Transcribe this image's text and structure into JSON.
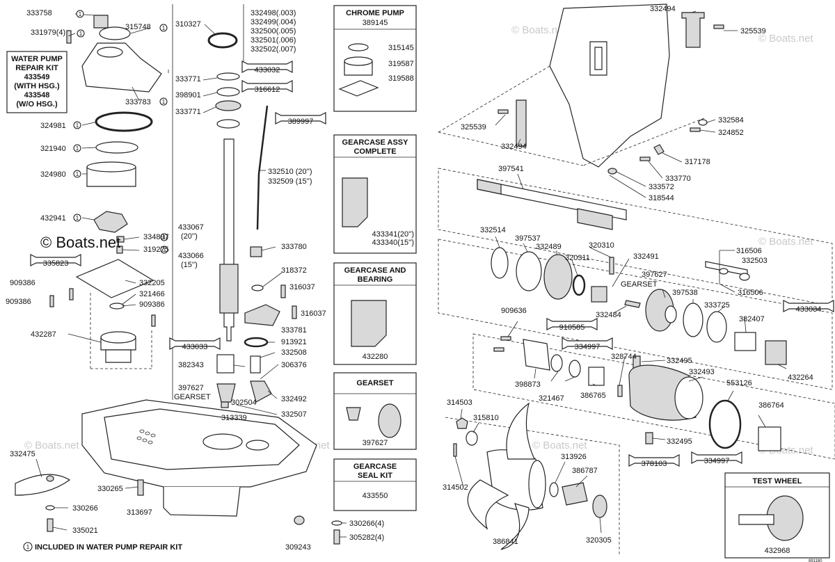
{
  "watermarks": {
    "main": "© Boats.net",
    "faint": "© Boats.net"
  },
  "footnote": {
    "marker": "1",
    "text": "INCLUDED IN WATER PUMP REPAIR KIT"
  },
  "image_code": "891180",
  "boxes": {
    "water_pump_kit": {
      "title1": "WATER PUMP",
      "title2": "REPAIR KIT",
      "with_num": "433549",
      "with_txt": "(WITH HSG.)",
      "wo_num": "433548",
      "wo_txt": "(W/O HSG.)"
    },
    "chrome_pump": {
      "title": "CHROME PUMP",
      "number": "389145"
    },
    "gearcase_assy": {
      "title1": "GEARCASE ASSY",
      "title2": "COMPLETE",
      "num1": "433341(20'')",
      "num2": "433340(15'')"
    },
    "gearcase_bearing": {
      "title1": "GEARCASE AND",
      "title2": "BEARING",
      "number": "432280"
    },
    "gearset": {
      "title": "GEARSET",
      "number": "397627"
    },
    "seal_kit": {
      "title1": "GEARCASE",
      "title2": "SEAL KIT",
      "number": "433550"
    },
    "test_wheel": {
      "title": "TEST WHEEL",
      "number": "432968"
    }
  },
  "tools": [
    "433032",
    "316612",
    "389997",
    "335823",
    "433033",
    "910585",
    "334997",
    "433034",
    "378103",
    "334997"
  ],
  "labels": [
    {
      "id": "l1",
      "text": "333758"
    },
    {
      "id": "l2",
      "text": "331979(4)"
    },
    {
      "id": "l3",
      "text": "315748"
    },
    {
      "id": "l4",
      "text": "333783"
    },
    {
      "id": "l5",
      "text": "324981"
    },
    {
      "id": "l6",
      "text": "321940"
    },
    {
      "id": "l7",
      "text": "324980"
    },
    {
      "id": "l8",
      "text": "432941"
    },
    {
      "id": "l9",
      "text": "334897"
    },
    {
      "id": "l10",
      "text": "319275"
    },
    {
      "id": "l11",
      "text": "909386"
    },
    {
      "id": "l12",
      "text": "909386"
    },
    {
      "id": "l13",
      "text": "332205"
    },
    {
      "id": "l14",
      "text": "321466"
    },
    {
      "id": "l15",
      "text": "909386"
    },
    {
      "id": "l16",
      "text": "432287"
    },
    {
      "id": "l17",
      "text": "310327"
    },
    {
      "id": "l18",
      "text": "332498(.003)"
    },
    {
      "id": "l19",
      "text": "332499(.004)"
    },
    {
      "id": "l20",
      "text": "332500(.005)"
    },
    {
      "id": "l21",
      "text": "332501(.006)"
    },
    {
      "id": "l22",
      "text": "332502(.007)"
    },
    {
      "id": "l23",
      "text": "333771"
    },
    {
      "id": "l24",
      "text": "398901"
    },
    {
      "id": "l25",
      "text": "333771"
    },
    {
      "id": "l26",
      "text": "332510 (20'')"
    },
    {
      "id": "l27",
      "text": "332509 (15'')"
    },
    {
      "id": "l28",
      "text": "433067"
    },
    {
      "id": "l29",
      "text": "(20'')"
    },
    {
      "id": "l30",
      "text": "433066"
    },
    {
      "id": "l31",
      "text": "(15'')"
    },
    {
      "id": "l32",
      "text": "333780"
    },
    {
      "id": "l33",
      "text": "318372"
    },
    {
      "id": "l34",
      "text": "316037"
    },
    {
      "id": "l35",
      "text": "316037"
    },
    {
      "id": "l36",
      "text": "333781"
    },
    {
      "id": "l37",
      "text": "913921"
    },
    {
      "id": "l38",
      "text": "332508"
    },
    {
      "id": "l39",
      "text": "382343"
    },
    {
      "id": "l40",
      "text": "306376"
    },
    {
      "id": "l41",
      "text": "397627"
    },
    {
      "id": "l42",
      "text": "GEARSET"
    },
    {
      "id": "l43",
      "text": "302504"
    },
    {
      "id": "l44",
      "text": "332492"
    },
    {
      "id": "l45",
      "text": "313339"
    },
    {
      "id": "l46",
      "text": "332507"
    },
    {
      "id": "l47",
      "text": "315145"
    },
    {
      "id": "l48",
      "text": "319587"
    },
    {
      "id": "l49",
      "text": "319588"
    },
    {
      "id": "l50",
      "text": "332475"
    },
    {
      "id": "l51",
      "text": "330265"
    },
    {
      "id": "l52",
      "text": "313697"
    },
    {
      "id": "l53",
      "text": "330266"
    },
    {
      "id": "l54",
      "text": "335021"
    },
    {
      "id": "l55",
      "text": "309243"
    },
    {
      "id": "l56",
      "text": "330266(4)"
    },
    {
      "id": "l57",
      "text": "305282(4)"
    },
    {
      "id": "l58",
      "text": "332494"
    },
    {
      "id": "l59",
      "text": "325539"
    },
    {
      "id": "l60",
      "text": "325539"
    },
    {
      "id": "l61",
      "text": "332494"
    },
    {
      "id": "l62",
      "text": "332584"
    },
    {
      "id": "l63",
      "text": "324852"
    },
    {
      "id": "l64",
      "text": "317178"
    },
    {
      "id": "l65",
      "text": "333770"
    },
    {
      "id": "l66",
      "text": "333572"
    },
    {
      "id": "l67",
      "text": "318544"
    },
    {
      "id": "l68",
      "text": "397541"
    },
    {
      "id": "l69",
      "text": "332514"
    },
    {
      "id": "l70",
      "text": "397537"
    },
    {
      "id": "l71",
      "text": "332489"
    },
    {
      "id": "l72",
      "text": "320310"
    },
    {
      "id": "l73",
      "text": "320311"
    },
    {
      "id": "l74",
      "text": "332491"
    },
    {
      "id": "l75",
      "text": "316506"
    },
    {
      "id": "l76",
      "text": "332503"
    },
    {
      "id": "l77",
      "text": "316506"
    },
    {
      "id": "l78",
      "text": "397627"
    },
    {
      "id": "l79",
      "text": "GEARSET"
    },
    {
      "id": "l80",
      "text": "397538"
    },
    {
      "id": "l81",
      "text": "333725"
    },
    {
      "id": "l82",
      "text": "332484"
    },
    {
      "id": "l83",
      "text": "382407"
    },
    {
      "id": "l84",
      "text": "909636"
    },
    {
      "id": "l85",
      "text": "328744"
    },
    {
      "id": "l86",
      "text": "332495"
    },
    {
      "id": "l87",
      "text": "332493"
    },
    {
      "id": "l88",
      "text": "553126"
    },
    {
      "id": "l89",
      "text": "398873"
    },
    {
      "id": "l90",
      "text": "321467"
    },
    {
      "id": "l91",
      "text": "386765"
    },
    {
      "id": "l92",
      "text": "432264"
    },
    {
      "id": "l93",
      "text": "386764"
    },
    {
      "id": "l94",
      "text": "332495"
    },
    {
      "id": "l95",
      "text": "314503"
    },
    {
      "id": "l96",
      "text": "315810"
    },
    {
      "id": "l97",
      "text": "313926"
    },
    {
      "id": "l98",
      "text": "386787"
    },
    {
      "id": "l99",
      "text": "314502"
    },
    {
      "id": "l100",
      "text": "386841"
    },
    {
      "id": "l101",
      "text": "320305"
    }
  ]
}
